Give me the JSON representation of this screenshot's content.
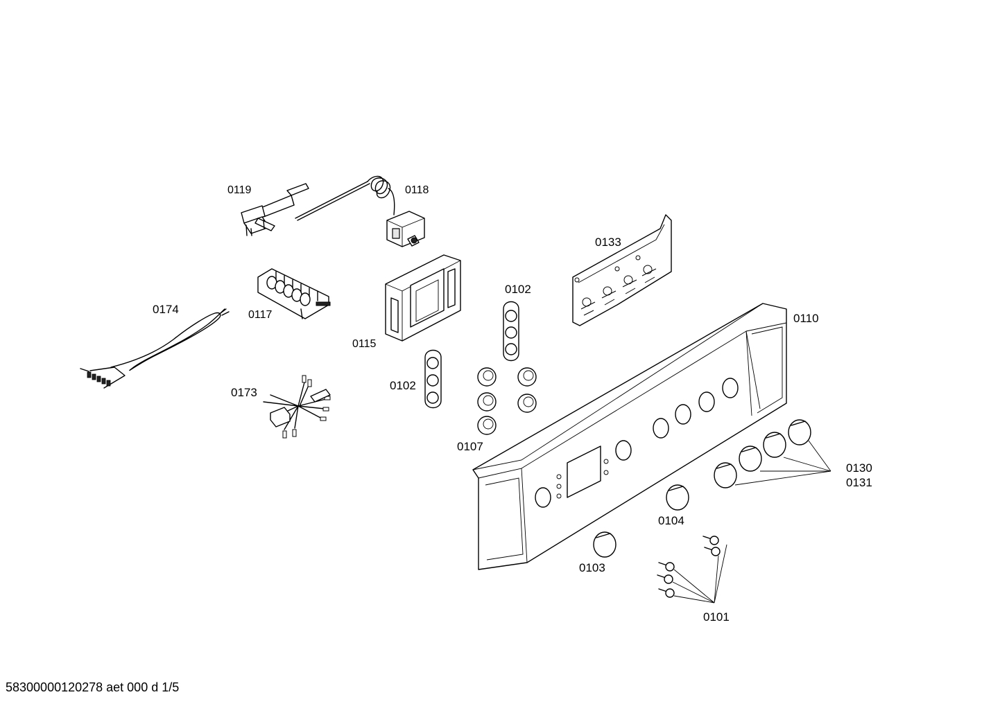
{
  "diagram": {
    "parts": [
      {
        "id": "p0119",
        "label": "0119"
      },
      {
        "id": "p0118",
        "label": "0118"
      },
      {
        "id": "p0133",
        "label": "0133"
      },
      {
        "id": "p0102a",
        "label": "0102"
      },
      {
        "id": "p0174",
        "label": "0174"
      },
      {
        "id": "p0117",
        "label": "0117"
      },
      {
        "id": "p0115",
        "label": "0115"
      },
      {
        "id": "p0110",
        "label": "0110"
      },
      {
        "id": "p0102b",
        "label": "0102"
      },
      {
        "id": "p0173",
        "label": "0173"
      },
      {
        "id": "p0107",
        "label": "0107"
      },
      {
        "id": "p0130",
        "label": "0130"
      },
      {
        "id": "p0131",
        "label": "0131"
      },
      {
        "id": "p0104",
        "label": "0104"
      },
      {
        "id": "p0103",
        "label": "0103"
      },
      {
        "id": "p0101",
        "label": "0101"
      }
    ],
    "footer": "58300000120278 aet 000 d 1/5"
  }
}
